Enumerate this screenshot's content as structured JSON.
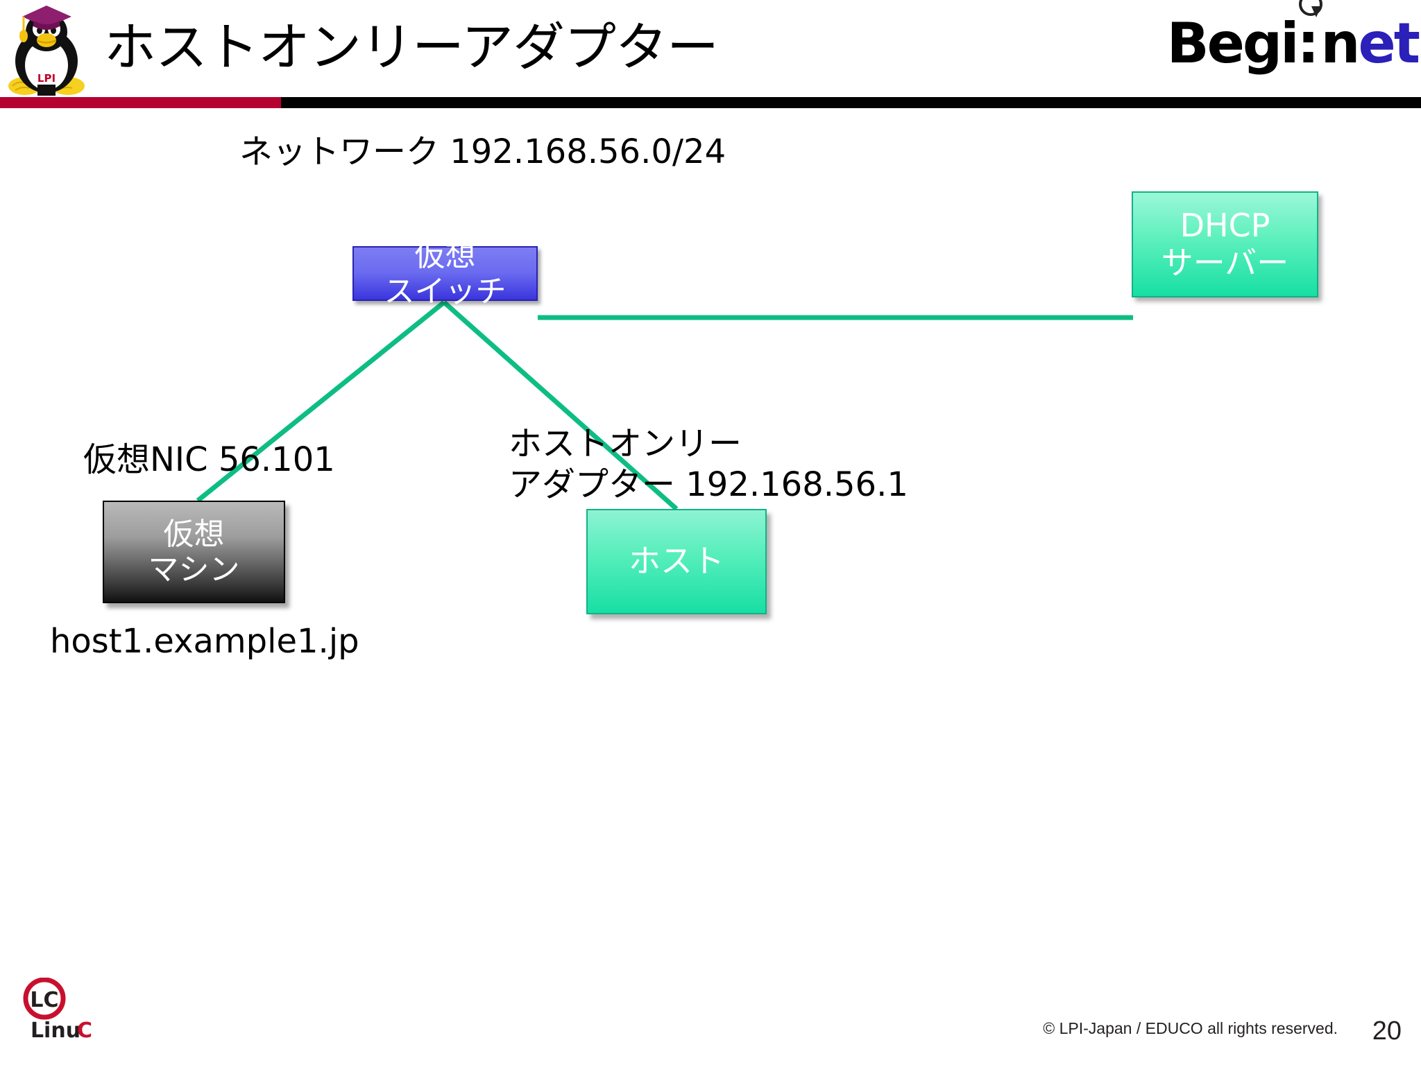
{
  "header": {
    "title": "ホストオンリーアダプター",
    "logo_left_icon": "lpi-japan-tux-icon",
    "brand": {
      "part_black_1": "Begi",
      "part_dot": ":",
      "part_black_2": "n",
      "part_blue": "et",
      "icon": "begi-net-circle-arrow-icon"
    },
    "divider_red_color": "#b50230",
    "divider_black_color": "#000000"
  },
  "diagram": {
    "network_label": "ネットワーク 192.168.56.0/24",
    "nodes": {
      "switch": {
        "line1": "仮想",
        "line2": "スイッチ",
        "color": "#4a42e2"
      },
      "dhcp": {
        "line1": "DHCP",
        "line2": "サーバー",
        "color": "#2ae0a6"
      },
      "vm": {
        "line1": "仮想",
        "line2": "マシン",
        "color": "#3b3b3b"
      },
      "host": {
        "line1": "ホスト",
        "line2": "",
        "color": "#2ae0a6"
      }
    },
    "labels": {
      "vnic": "仮想NIC 56.101",
      "hostonly_line1": "ホストオンリー",
      "hostonly_line2": "アダプター 192.168.56.1",
      "hostname": "host1.example1.jp"
    },
    "link_color": "#0dbd84"
  },
  "footer": {
    "logo_icon": "linuc-logo-icon",
    "logo_text": "LinuC",
    "logo_mark": "LC",
    "copyright": "© LPI-Japan / EDUCO all rights reserved.",
    "page_number": "20"
  }
}
